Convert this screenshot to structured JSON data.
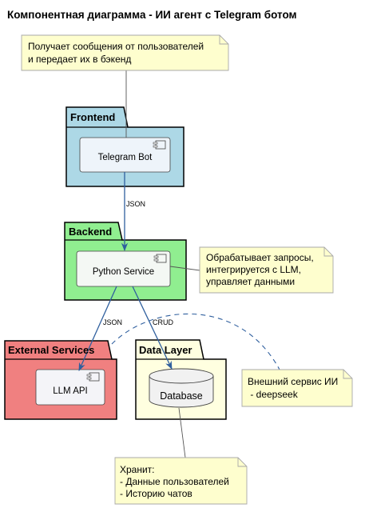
{
  "title": "Компонентная диаграмма - ИИ агент с Telegram ботом",
  "packages": {
    "frontend": {
      "label": "Frontend",
      "color": "#add8e6"
    },
    "backend": {
      "label": "Backend",
      "color": "#90ee90"
    },
    "external": {
      "label": "External Services",
      "color": "#f08080"
    },
    "data_layer": {
      "label": "Data Layer",
      "color": "#ffffe0"
    }
  },
  "components": {
    "telegram_bot": "Telegram Bot",
    "python_service": "Python Service",
    "llm_api": "LLM API",
    "database": "Database"
  },
  "connections": {
    "bot_to_service": "JSON",
    "service_to_llm": "JSON",
    "service_to_db": "CRUD"
  },
  "notes": {
    "frontend_note": [
      "Получает сообщения от пользователей",
      "и передает их в бэкенд"
    ],
    "backend_note": [
      "Обрабатывает запросы,",
      "интегрируется с LLM,",
      "управляет данными"
    ],
    "llm_note": [
      "Внешний сервис ИИ",
      " - deepseek"
    ],
    "db_note": [
      "Хранит:",
      "- Данные пользователей",
      "- Историю чатов"
    ]
  },
  "colors": {
    "note_fill": "#fefece",
    "note_border": "#a8a8a8",
    "component_fill": "#f1f1f1",
    "component_border": "#181818",
    "arrow": "#2f5f9e",
    "package_border": "#000000"
  }
}
